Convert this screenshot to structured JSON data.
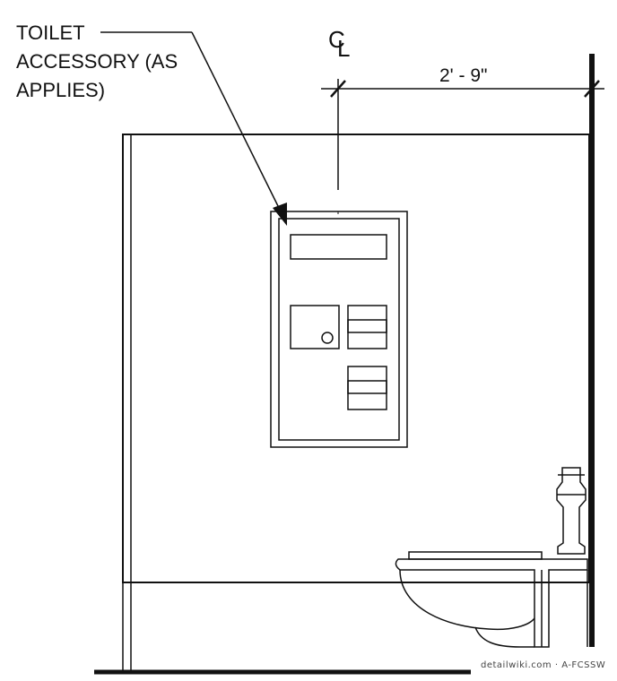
{
  "callout": {
    "lines": [
      "TOILET",
      "ACCESSORY (AS",
      "APPLIES)"
    ]
  },
  "centerline": {
    "symbol": "C",
    "subscript": "L"
  },
  "dimension": {
    "label": "2' - 9\""
  },
  "credit": {
    "text": "detailwiki.com · A-FCSSW"
  },
  "colors": {
    "line": "#111111",
    "background": "#ffffff"
  }
}
